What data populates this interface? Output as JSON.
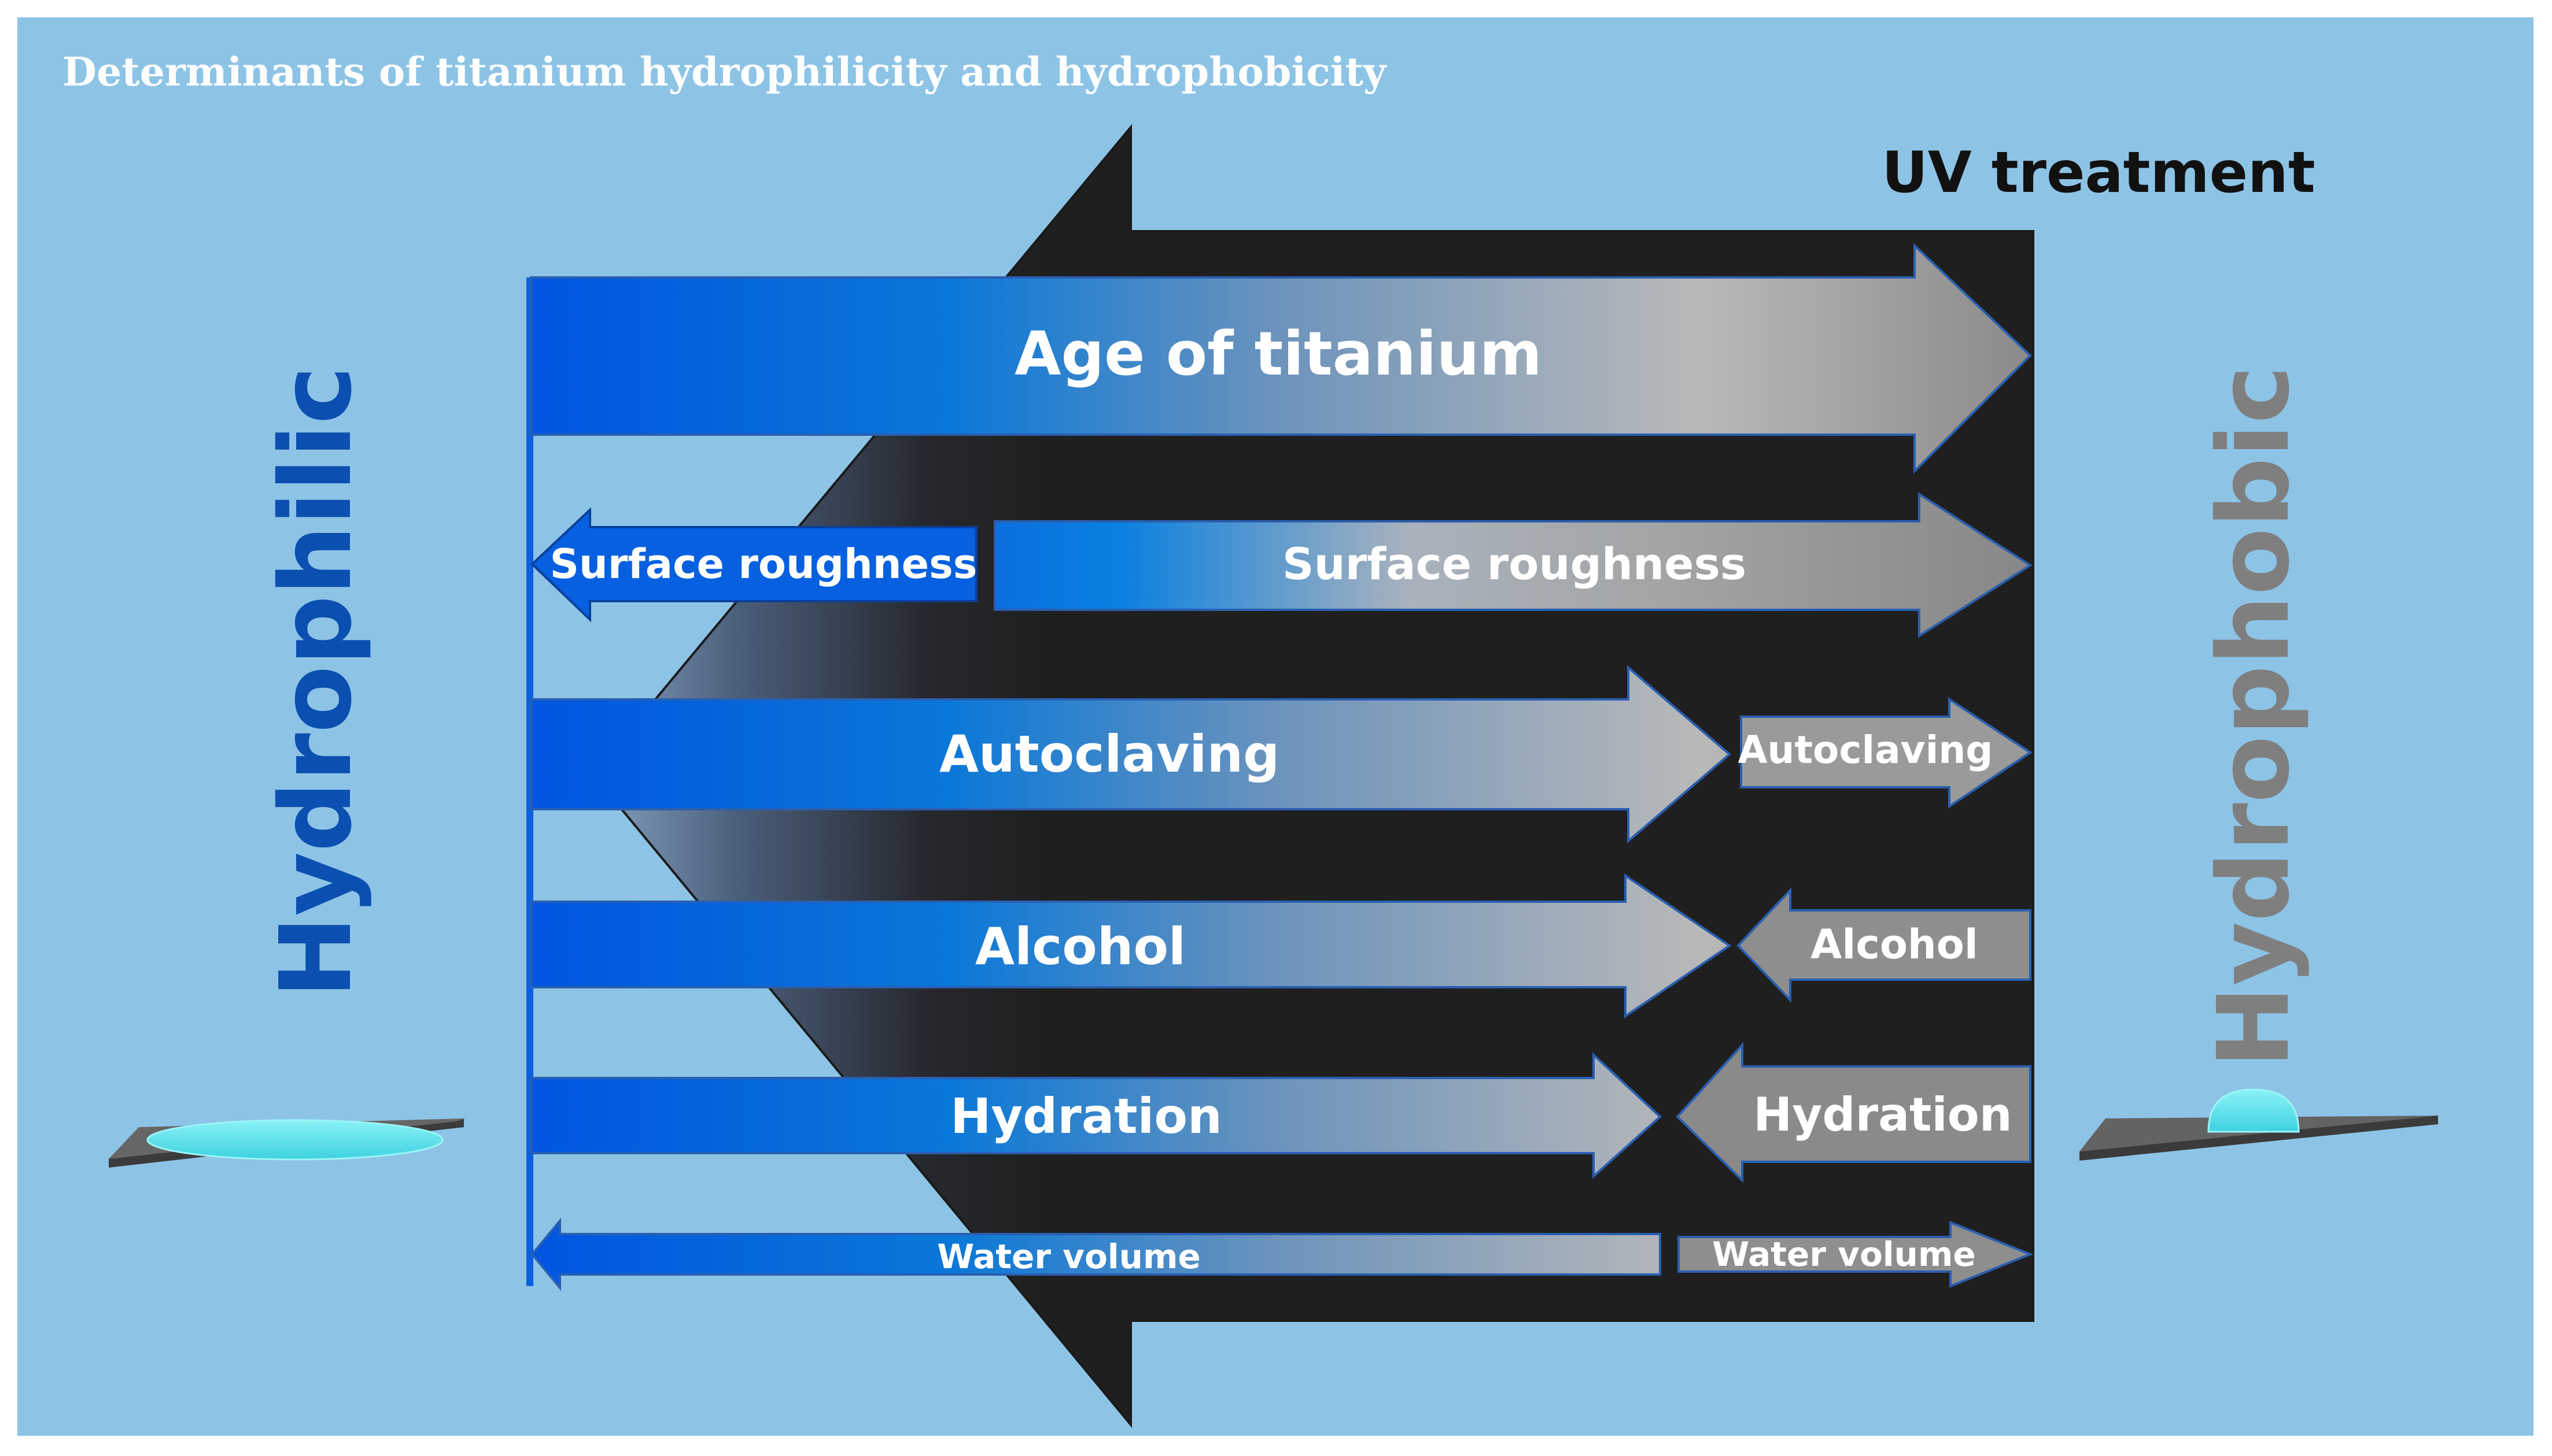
{
  "title": "Determinants of titanium hydrophilicity and hydrophobicity",
  "uv_label": "UV treatment",
  "left_label": "Hydrophilic",
  "right_label": "Hydrophobic",
  "arrows": {
    "age": "Age of titanium",
    "roughness_left": "Surface roughness",
    "roughness_right": "Surface roughness",
    "autoclaving_main": "Autoclaving",
    "autoclaving_right": "Autoclaving",
    "alcohol_main": "Alcohol",
    "alcohol_right": "Alcohol",
    "hydration_main": "Hydration",
    "hydration_right": "Hydration",
    "water_left": "Water volume",
    "water_right": "Water volume"
  },
  "colors": {
    "background": "#8dc4e6",
    "uv_arrow": "#1f1f1f",
    "hydrophilic_blue": "#0056e0",
    "hydrophobic_gray": "#8c8c8c",
    "droplet": "#5fe3ee",
    "plate": "#5d5d5d"
  },
  "icons": {
    "spread_droplet": "flat-water-film-on-plate",
    "beaded_droplet": "beaded-water-drop-on-plate"
  }
}
